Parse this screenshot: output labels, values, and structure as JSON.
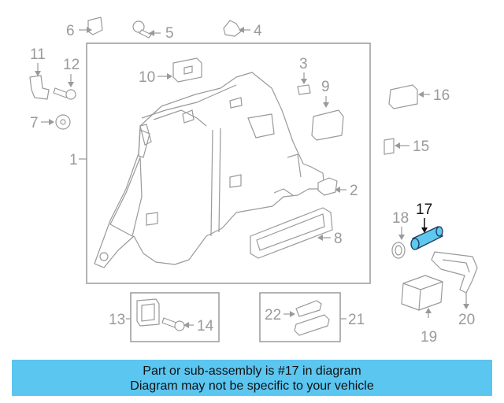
{
  "diagram": {
    "highlight_color": "#5bc6f0",
    "callouts": {
      "c1": "1",
      "c2": "2",
      "c3": "3",
      "c4": "4",
      "c5": "5",
      "c6": "6",
      "c7": "7",
      "c8": "8",
      "c9": "9",
      "c10": "10",
      "c11": "11",
      "c12": "12",
      "c13": "13",
      "c14": "14",
      "c15": "15",
      "c16": "16",
      "c17": "17",
      "c18": "18",
      "c19": "19",
      "c20": "20",
      "c21": "21",
      "c22": "22"
    }
  },
  "banner": {
    "line1": "Part or sub-assembly is #17 in diagram",
    "line2": "Diagram may not be specific to your vehicle",
    "background": "#5bc6f0"
  }
}
